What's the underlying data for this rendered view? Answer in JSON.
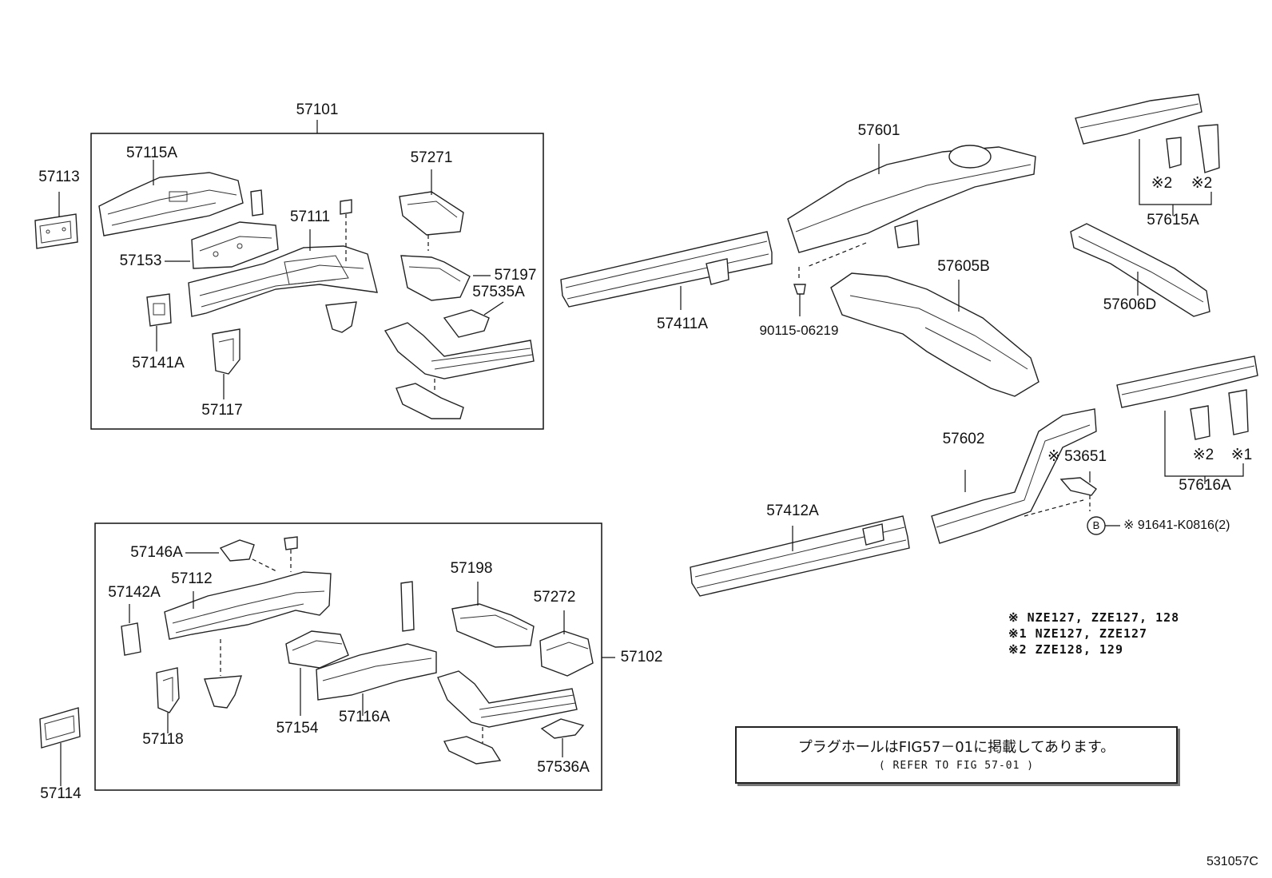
{
  "top_group": {
    "assembly": "57101",
    "parts": {
      "p57113": "57113",
      "p57115A": "57115A",
      "p57271": "57271",
      "p57111": "57111",
      "p57153": "57153",
      "p57197": "57197",
      "p57535A": "57535A",
      "p57141A": "57141A",
      "p57117": "57117"
    }
  },
  "bottom_group": {
    "assembly": "57102",
    "parts": {
      "p57146A": "57146A",
      "p57142A": "57142A",
      "p57112": "57112",
      "p57198": "57198",
      "p57272": "57272",
      "p57118": "57118",
      "p57154": "57154",
      "p57116A": "57116A",
      "p57536A": "57536A",
      "p57114": "57114"
    }
  },
  "right_parts": {
    "p57601": "57601",
    "p57411A": "57411A",
    "p90115": "90115-06219",
    "p57605B": "57605B",
    "p57615A": "57615A",
    "p57606D": "57606D",
    "p57616A": "57616A",
    "p57602": "57602",
    "p57412A": "57412A",
    "p53651": "※ 53651",
    "p91641": "※ 91641-K0816(2)",
    "circle_b": "B",
    "mark_2a": "※2",
    "mark_2b": "※2",
    "mark_2c": "※2",
    "mark_1": "※1"
  },
  "notes": [
    "※  NZE127, ZZE127, 128",
    "※1 NZE127, ZZE127",
    "※2 ZZE128, 129"
  ],
  "reference": {
    "japanese": "プラグホールはFIG57－01に掲載してあります。",
    "english": "( REFER TO FIG 57-01 )"
  },
  "figure_code": "531057C"
}
